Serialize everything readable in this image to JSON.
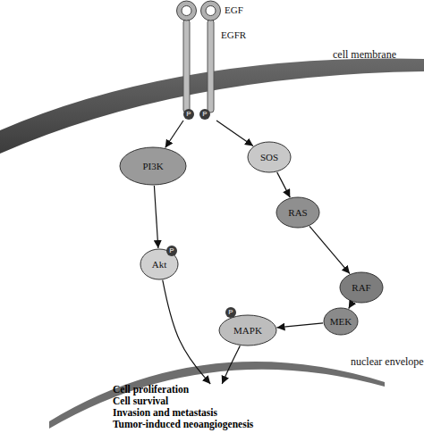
{
  "diagram": {
    "nodes": [
      {
        "text": [
          "EGF",
          "EGFR"
        ]
      },
      {
        "text": [
          "PI3K"
        ]
      },
      {
        "text": [
          "SOS"
        ]
      },
      {
        "text": [
          "RAS"
        ]
      },
      {
        "text": [
          "Akt"
        ]
      },
      {
        "text": [
          "RAF"
        ]
      },
      {
        "text": [
          "MEK"
        ]
      },
      {
        "text": [
          "MAPK"
        ]
      },
      {
        "text": [
          "Cell proliferation",
          "Cell survival",
          "Invasion and metastasis",
          "Tumor-induced neoangiogenesis"
        ]
      }
    ],
    "edges": [
      {
        "from": 0,
        "to": 1,
        "arrow": "to"
      },
      {
        "from": 0,
        "to": 2,
        "arrow": "to"
      },
      {
        "from": 1,
        "to": 4,
        "arrow": "to"
      },
      {
        "from": 2,
        "to": 3,
        "arrow": "to"
      },
      {
        "from": 3,
        "to": 5,
        "arrow": "to"
      },
      {
        "from": 5,
        "to": 6,
        "arrow": "to"
      },
      {
        "from": 6,
        "to": 7,
        "arrow": "to"
      },
      {
        "from": 4,
        "to": 8,
        "arrow": "to"
      },
      {
        "from": 7,
        "to": 8,
        "arrow": "to"
      }
    ],
    "labels": [
      "P",
      "P",
      "cell membrane",
      "P",
      "P",
      "nuclear envelope"
    ]
  }
}
